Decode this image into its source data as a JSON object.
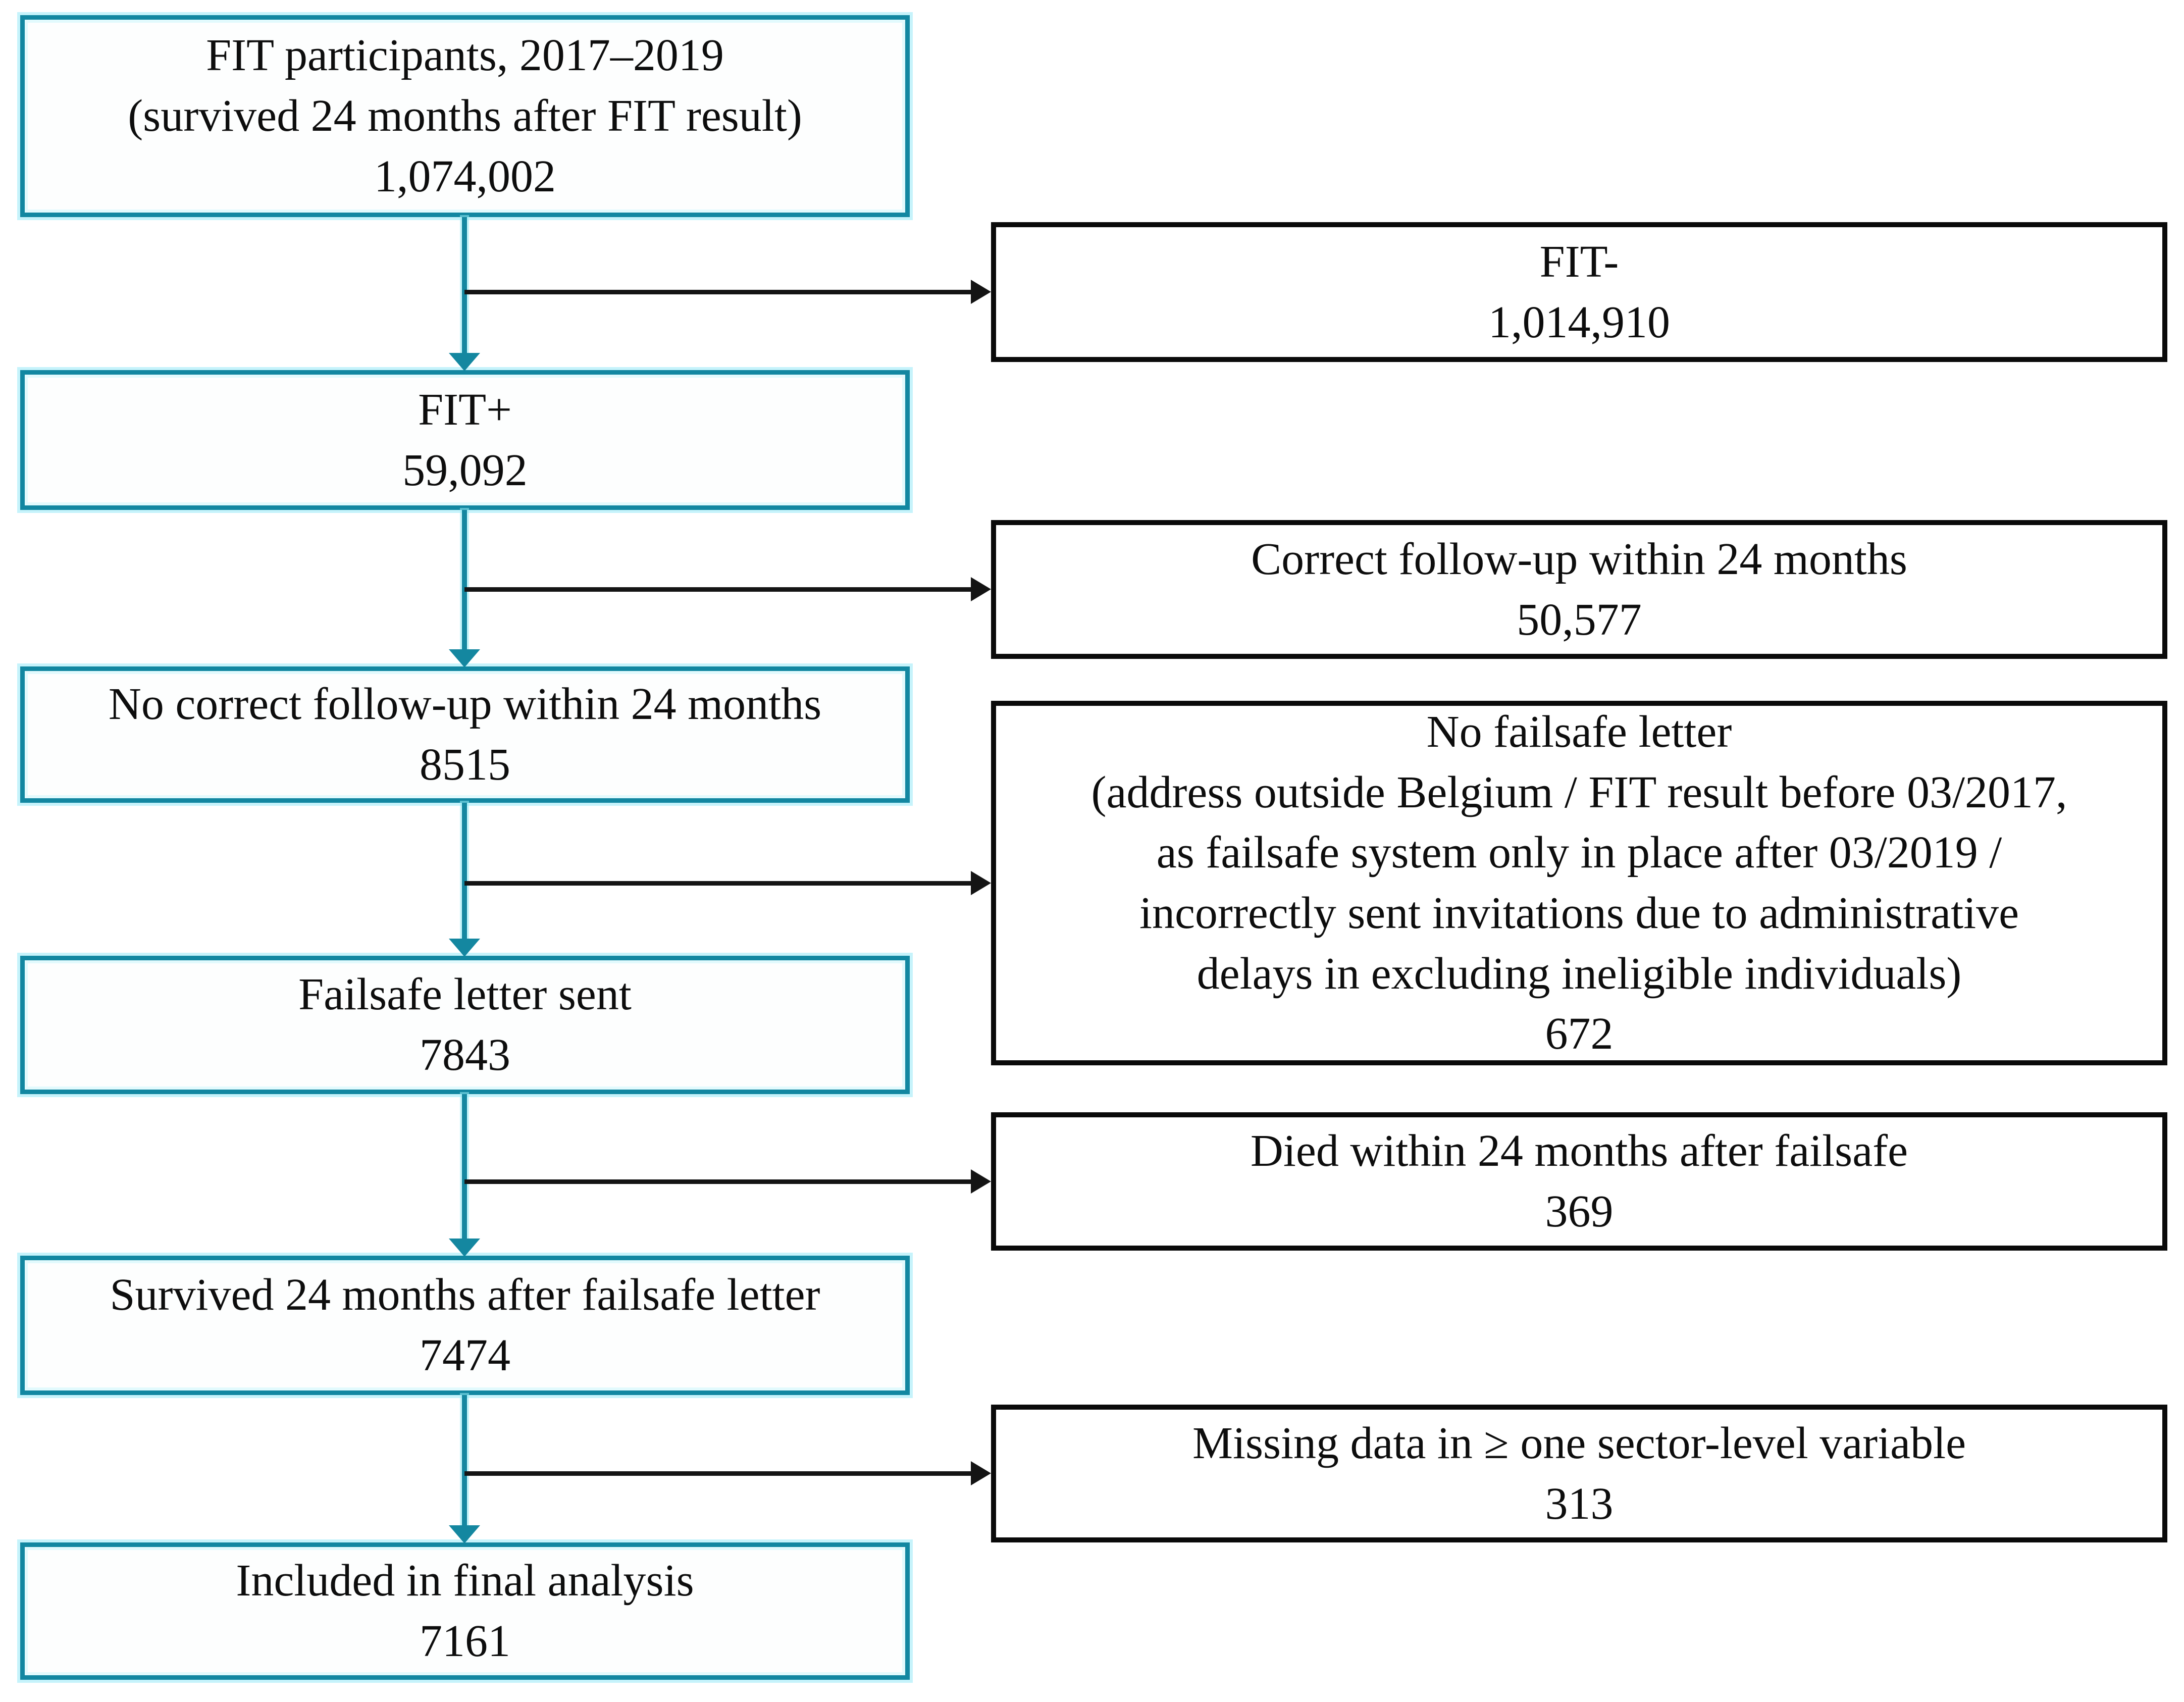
{
  "diagram": {
    "description": "Participant flow diagram of FIT screening follow-up",
    "accent_color": "#1287a1",
    "exclusion_border_color": "#0a0a0a",
    "left_boxes": [
      {
        "text": "FIT participants, 2017–2019\n(survived 24 months after FIT result)\n1,074,002",
        "label": "FIT participants, 2017–2019 (survived 24 months after FIT result)",
        "value": "1,074,002"
      },
      {
        "text": "FIT+\n59,092",
        "label": "FIT+",
        "value": "59,092"
      },
      {
        "text": "No correct follow-up within 24 months\n8515",
        "label": "No correct follow-up within 24 months",
        "value": "8515"
      },
      {
        "text": "Failsafe letter sent\n7843",
        "label": "Failsafe letter sent",
        "value": "7843"
      },
      {
        "text": "Survived 24 months after failsafe letter\n7474",
        "label": "Survived 24 months after failsafe letter",
        "value": "7474"
      },
      {
        "text": "Included in final analysis\n7161",
        "label": "Included in final analysis",
        "value": "7161"
      }
    ],
    "right_boxes": [
      {
        "text": "FIT-\n1,014,910",
        "label": "FIT-",
        "value": "1,014,910"
      },
      {
        "text": "Correct follow-up within 24 months\n50,577",
        "label": "Correct follow-up within 24 months",
        "value": "50,577"
      },
      {
        "text": "No failsafe letter\n(address outside Belgium / FIT result before 03/2017,\nas failsafe system only in place after 03/2019 /\nincorrectly sent invitations due to administrative\ndelays in excluding ineligible individuals)\n672",
        "label": "No failsafe letter (address outside Belgium / FIT result before 03/2017, as failsafe system only in place after 03/2019 / incorrectly sent invitations due to administrative delays in excluding ineligible individuals)",
        "value": "672"
      },
      {
        "text": "Died within 24 months after failsafe\n369",
        "label": "Died within 24 months after failsafe",
        "value": "369"
      },
      {
        "text": "Missing data in ≥ one sector-level variable\n313",
        "label": "Missing data in ≥ one sector-level variable",
        "value": "313"
      }
    ]
  }
}
